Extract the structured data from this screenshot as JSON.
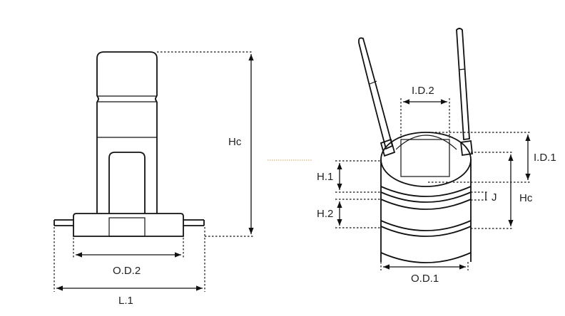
{
  "labels": {
    "hc_left": "Hc",
    "od2": "O.D.2",
    "l1": "L.1",
    "id2": "I.D.2",
    "id1": "I.D.1",
    "h1": "H.1",
    "h2": "H.2",
    "j": "J",
    "hc_right": "Hc",
    "od1": "O.D.1"
  },
  "colors": {
    "line": "#111111",
    "accent": "#c9a45a"
  }
}
